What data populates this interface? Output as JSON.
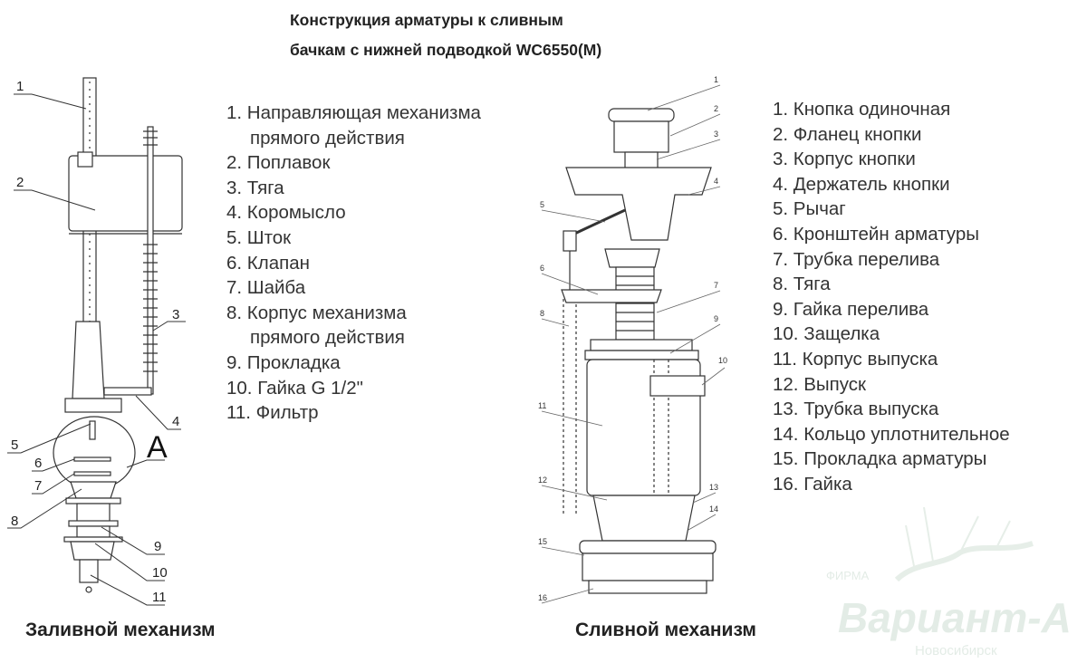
{
  "title": {
    "line1": "Конструкция арматуры к сливным",
    "line2": "бачкам с нижней подводкой WC6550(M)"
  },
  "fill_mechanism": {
    "caption": "Заливной механизм",
    "detail_label": "A",
    "callouts": [
      "1",
      "2",
      "3",
      "4",
      "5",
      "6",
      "7",
      "8",
      "9",
      "10",
      "11"
    ],
    "parts": [
      "1. Направляющая механизма",
      "прямого действия",
      "2. Поплавок",
      "3. Тяга",
      "4. Коромысло",
      "5. Шток",
      "6. Клапан",
      "7. Шайба",
      "8. Корпус механизма",
      "прямого действия",
      "9. Прокладка",
      "10. Гайка G 1/2\"",
      "11. Фильтр"
    ]
  },
  "drain_mechanism": {
    "caption": "Сливной механизм",
    "callouts": [
      "1",
      "2",
      "3",
      "4",
      "5",
      "6",
      "7",
      "8",
      "9",
      "10",
      "11",
      "12",
      "13",
      "14",
      "15",
      "16"
    ],
    "parts": [
      "1. Кнопка одиночная",
      "2. Фланец кнопки",
      "3. Корпус кнопки",
      "4. Держатель кнопки",
      "5. Рычаг",
      "6. Кронштейн арматуры",
      "7. Трубка перелива",
      "8. Тяга",
      "9. Гайка перелива",
      "10. Защелка",
      "11. Корпус выпуска",
      "12. Выпуск",
      "13. Трубка выпуска",
      "14. Кольцо уплотнительное",
      "15. Прокладка арматуры",
      "16. Гайка"
    ]
  },
  "watermark": {
    "prefix": "ФИРМА",
    "brand": "Вариант-А",
    "city": "Новосибирск"
  }
}
